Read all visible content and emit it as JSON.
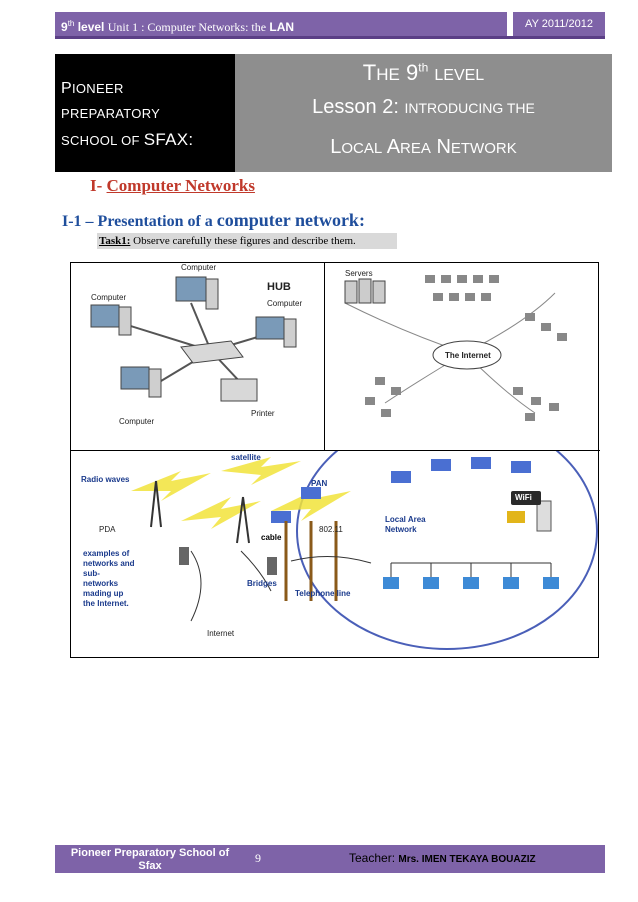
{
  "header": {
    "level_num": "9",
    "level_sup": "th",
    "level_word": "level",
    "unit_text": "Unit 1 : Computer Networks: the",
    "lan": "LAN",
    "year": "AY 2011/2012"
  },
  "title_left": {
    "l1a": "P",
    "l1b": "IONEER",
    "l2": "PREPARATORY",
    "l3a": "SCHOOL OF",
    "l3b": "SFAX:"
  },
  "title_right": {
    "l1a": "T",
    "l1b": "HE",
    "l1c": "9",
    "l1sup": "th",
    "l1d": "LEVEL",
    "l2a": "Lesson 2:",
    "l2b": "INTRODUCING THE",
    "l3a": "L",
    "l3b": "OCAL",
    "l3c": "A",
    "l3d": "REA",
    "l3e": "N",
    "l3f": "ETWORK"
  },
  "section1": {
    "prefix": "I-",
    "title": "Computer Networks"
  },
  "section2": {
    "prefix": "I-1 – Presentation of a",
    "title": "computer network:"
  },
  "task": {
    "label": "Task1:",
    "text": "Observe carefully these figures and describe them."
  },
  "fig1": {
    "computer_top": "Computer",
    "computer_left": "Computer",
    "hub": "HUB",
    "computer_right": "Computer",
    "printer": "Printer",
    "computer_bottom": "Computer"
  },
  "fig2": {
    "servers": "Servers",
    "internet": "The Internet"
  },
  "fig3": {
    "radio": "Radio waves",
    "satellite": "satellite",
    "pan": "PAN",
    "pda": "PDA",
    "cable": "cable",
    "standard": "802.11",
    "examples": [
      "examples of",
      "networks and",
      "sub-",
      "networks",
      "mading up",
      "the Internet."
    ],
    "bridges": "Bridges",
    "telephone": "Telephone line",
    "internet": "Internet",
    "lan": [
      "Local Area",
      "Network"
    ],
    "wifi": "WiFi"
  },
  "footer": {
    "school_l1": "Pioneer Preparatory School of",
    "school_l2": "Sfax",
    "page": "9",
    "teacher_label": "Teacher:",
    "teacher_name": "Mrs. IMEN TEKAYA BOUAZIZ"
  }
}
